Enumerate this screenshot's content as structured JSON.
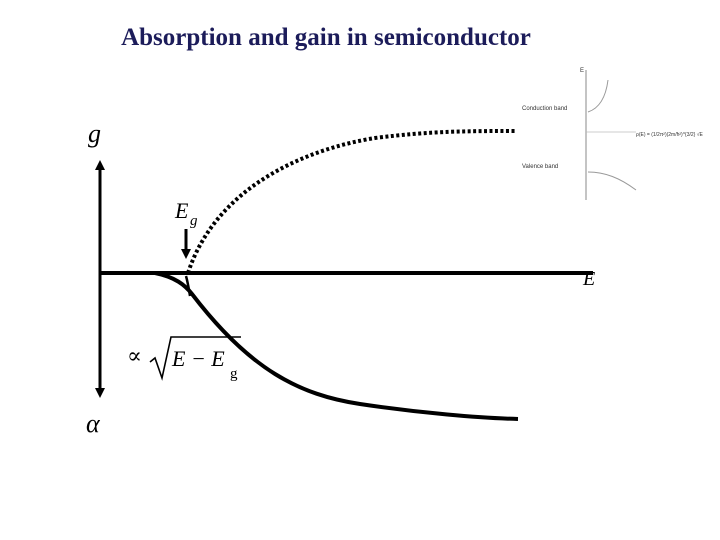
{
  "slide": {
    "title": "Absorption and gain in semiconductor"
  },
  "axes": {
    "vertical_top_label": "g",
    "vertical_bottom_label": "α",
    "horizontal_label": "E"
  },
  "annotations": {
    "band_gap_marker": "E",
    "band_gap_marker_sub": "g",
    "proportional_symbol": "∝",
    "sqrt_expression": "E − E",
    "sqrt_expression_sub": "g"
  },
  "inset": {
    "axis_label": "E",
    "conduction_band": "Conduction band",
    "valence_band": "Valence band",
    "dos_formula": "ρ(E) = (1/2π²)(2m/ħ²)^{3/2} √E"
  },
  "colors": {
    "title": "#1c1c5a",
    "curves": "#000000",
    "inset": "#777777"
  }
}
